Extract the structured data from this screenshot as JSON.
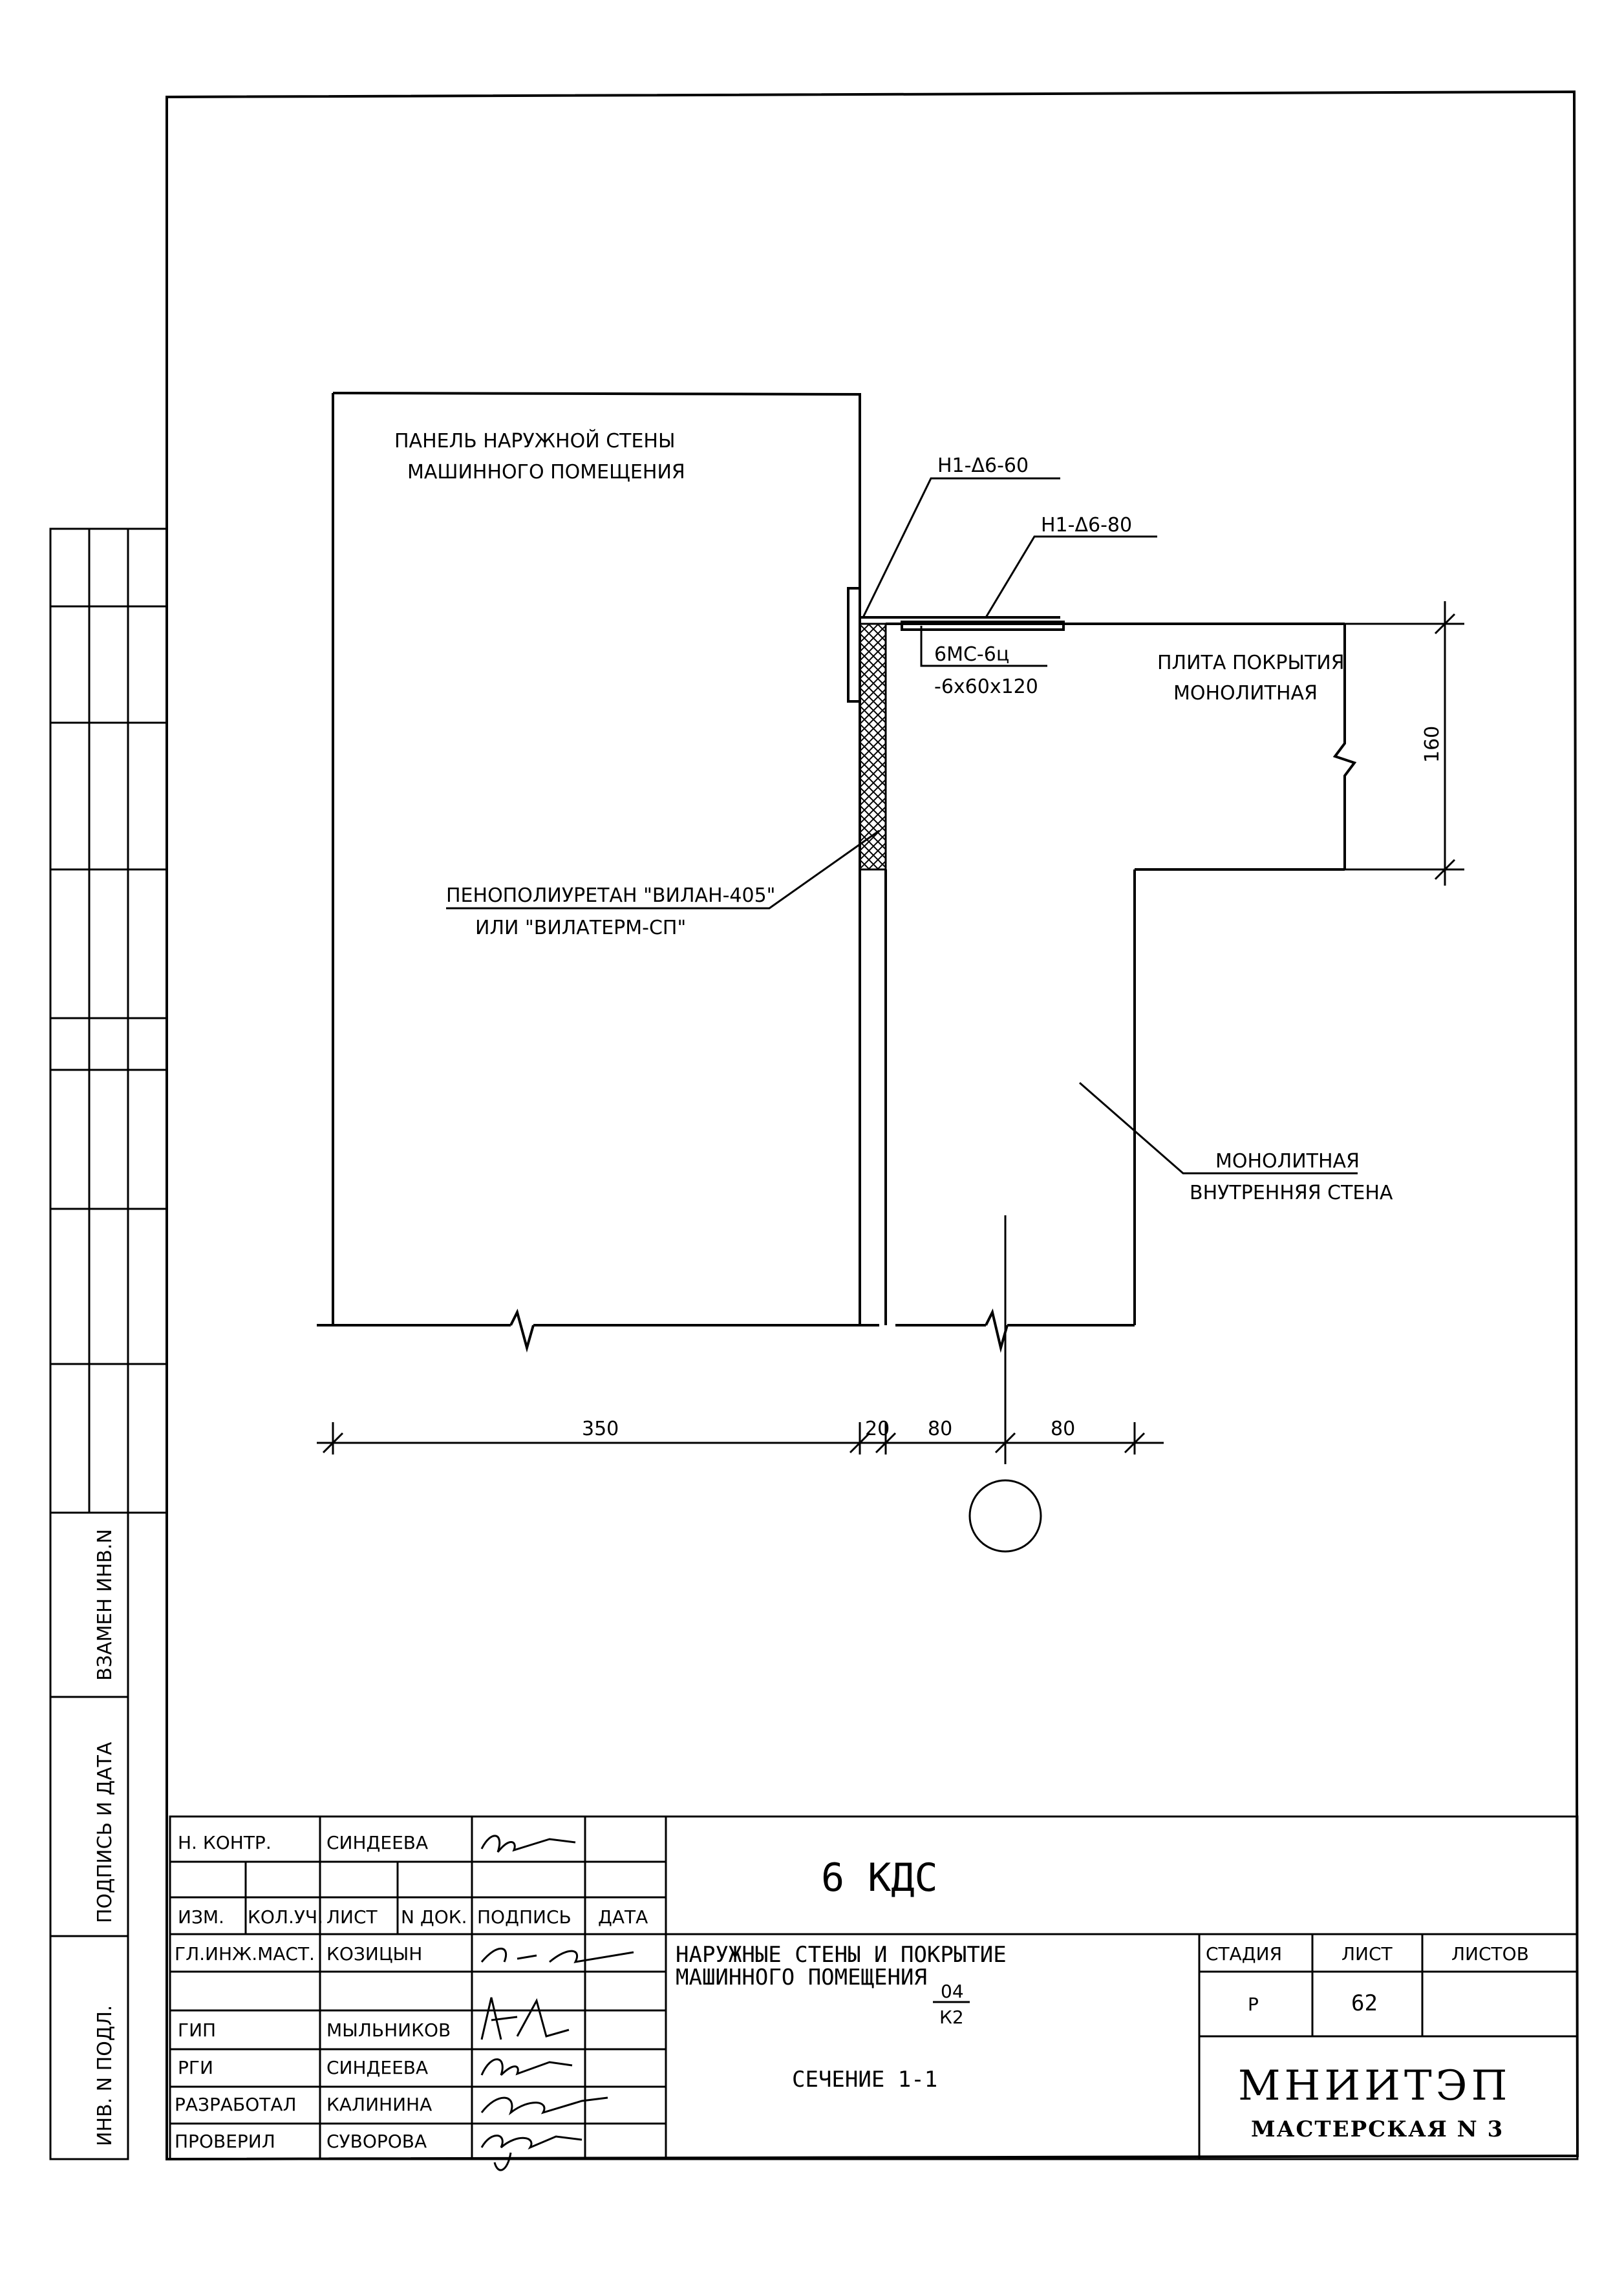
{
  "drawing": {
    "panel_label_1": "ПАНЕЛЬ НАРУЖНОЙ СТЕНЫ",
    "panel_label_2": "МАШИННОГО ПОМЕЩЕНИЯ",
    "rebar_1": "Н1-Δ6-60",
    "rebar_2": "Н1-Δ6-80",
    "plate_1": "6МС-6ц",
    "plate_2": "-6х60х120",
    "slab_1": "ПЛИТА ПОКРЫТИЯ",
    "slab_2": "МОНОЛИТНАЯ",
    "foam_1": "ПЕНОПОЛИУРЕТАН \"ВИЛАН-405\"",
    "foam_2": "ИЛИ \"ВИЛАТЕРМ-СП\"",
    "wall_1": "МОНОЛИТНАЯ",
    "wall_2": "ВНУТРЕННЯЯ СТЕНА",
    "dim_160": "160",
    "dim_350": "350",
    "dim_20": "20",
    "dim_80a": "80",
    "dim_80b": "80"
  },
  "side_stamp": {
    "vzamen": "ВЗАМЕН ИНВ.N",
    "podpis": "ПОДПИСЬ И ДАТА",
    "inv": "ИНВ. N ПОДЛ."
  },
  "title_block": {
    "code": "6 КДС",
    "h_kontr": "Н. КОНТР.",
    "h_kontr_name": "СИНДЕЕВА",
    "col_izm": "ИЗМ.",
    "col_kol": "КОЛ.УЧ.",
    "col_list": "ЛИСТ",
    "col_ndok": "N ДОК.",
    "col_podpis": "ПОДПИСЬ",
    "col_data": "ДАТА",
    "gl_role": "ГЛ.ИНЖ.МАСТ.",
    "gl_name": "КОЗИЦЫН",
    "gip_role": "ГИП",
    "gip_name": "МЫЛЬНИКОВ",
    "rgi_role": "РГИ",
    "rgi_name": "СИНДЕЕВА",
    "razr_role": "РАЗРАБОТАЛ",
    "razr_name": "КАЛИНИНА",
    "prov_role": "ПРОВЕРИЛ",
    "prov_name": "СУВОРОВА",
    "desc_1": "НАРУЖНЫЕ СТЕНЫ И ПОКРЫТИЕ",
    "desc_2": "МАШИННОГО ПОМЕЩЕНИЯ",
    "frac_top": "04",
    "frac_bot": "К2",
    "section": "СЕЧЕНИЕ 1-1",
    "stadiya_label": "СТАДИЯ",
    "list_label": "ЛИСТ",
    "listov_label": "ЛИСТОВ",
    "stadiya_value": "Р",
    "list_value": "62",
    "listov_value": "",
    "org": "МНИИТЭП",
    "org_sub": "МАСТЕРСКАЯ N 3"
  }
}
